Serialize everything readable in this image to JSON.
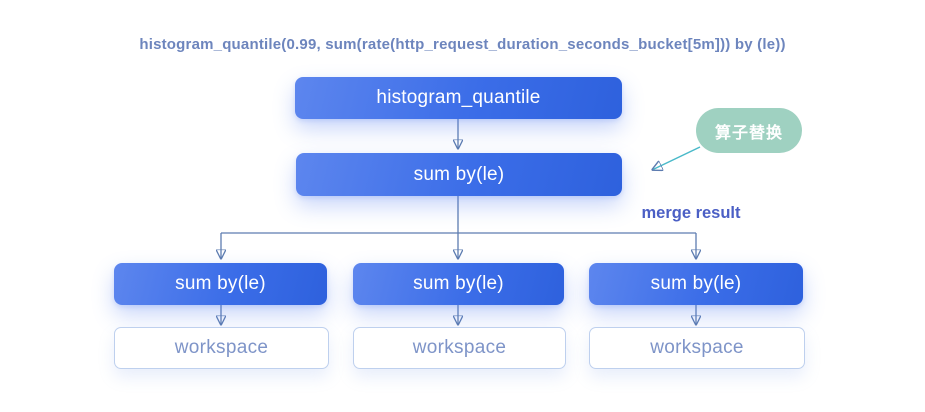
{
  "query_title": "histogram_quantile(0.99, sum(rate(http_request_duration_seconds_bucket[5m])) by (le))",
  "diagram": {
    "root_node": {
      "label": "histogram_quantile"
    },
    "merge_node": {
      "label": "sum by(le)"
    },
    "annotation": {
      "badge_label": "算子替换"
    },
    "merge_result_label": "merge result",
    "columns": [
      {
        "sum_label": "sum by(le)",
        "workspace_label": "workspace"
      },
      {
        "sum_label": "sum by(le)",
        "workspace_label": "workspace"
      },
      {
        "sum_label": "sum by(le)",
        "workspace_label": "workspace"
      }
    ]
  },
  "colors": {
    "node_gradient_start": "#5d86ee",
    "node_gradient_end": "#2e61dd",
    "badge_green": "#9fd1c1",
    "connector_blue": "#5d7cb0",
    "annotation_arrow_teal": "#49b9c9",
    "query_title_text": "#6d85bd",
    "merge_label_text": "#4b5fc5",
    "workspace_text": "#7e94c8",
    "workspace_border": "#bed0ee"
  }
}
